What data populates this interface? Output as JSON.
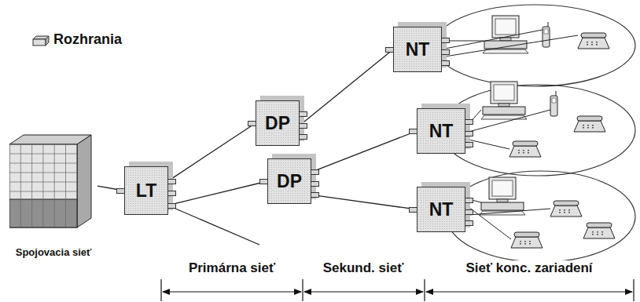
{
  "diagram": {
    "nodes": [
      {
        "text": [
          "Spojovacia sieť"
        ]
      },
      {
        "text": [
          "LT"
        ]
      },
      {
        "text": [
          "DP"
        ]
      },
      {
        "text": [
          "DP"
        ]
      },
      {
        "text": [
          "NT"
        ]
      },
      {
        "text": [
          "NT"
        ]
      },
      {
        "text": [
          "NT"
        ]
      }
    ],
    "edges": [
      {
        "from": 0,
        "to": 1,
        "arrow": "none"
      },
      {
        "from": 1,
        "to": 2,
        "arrow": "none"
      },
      {
        "from": 1,
        "to": 3,
        "arrow": "none"
      },
      {
        "from": 2,
        "to": 4,
        "arrow": "none"
      },
      {
        "from": 3,
        "to": 5,
        "arrow": "none"
      },
      {
        "from": 3,
        "to": 6,
        "arrow": "none"
      }
    ],
    "labels": [
      "Primárna sieť",
      "Sekund. sieť",
      "Sieť konc. zariadení"
    ],
    "legend": [
      {
        "text": "Rozhrania"
      }
    ]
  }
}
